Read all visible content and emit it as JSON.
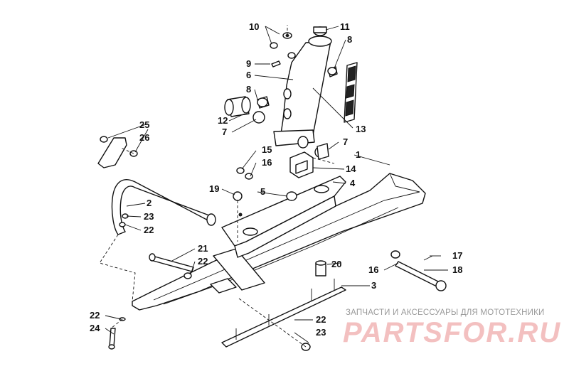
{
  "diagram": {
    "callouts": [
      "1",
      "2",
      "3",
      "4",
      "5",
      "6",
      "7",
      "7",
      "8",
      "8",
      "9",
      "10",
      "11",
      "12",
      "13",
      "14",
      "15",
      "16",
      "16",
      "17",
      "18",
      "19",
      "20",
      "21",
      "22",
      "22",
      "22",
      "22",
      "23",
      "23",
      "24",
      "25",
      "26"
    ]
  },
  "watermark": {
    "caption": "ЗАПЧАСТИ И АКСЕССУАРЫ ДЛЯ МОТОТЕХНИКИ",
    "logo_text": "PARTSFOR.RU",
    "logo_color": "#f3c0c0"
  }
}
